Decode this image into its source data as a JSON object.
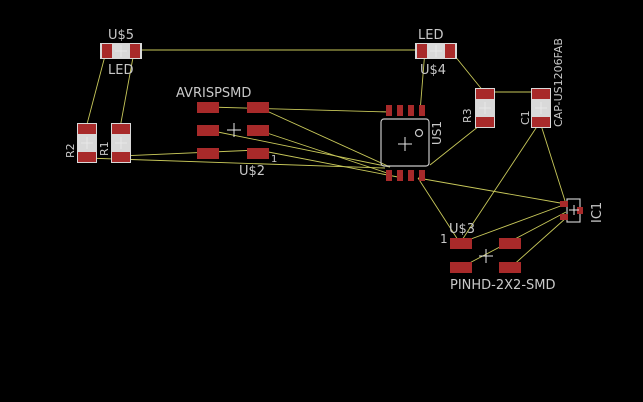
{
  "board": {
    "background": "#000000",
    "pad_color": "#a82a2a",
    "silk_color": "#c8c8c8",
    "airwire_color": "#c8c85a"
  },
  "labels": {
    "us5": "U$5",
    "led_us5": "LED",
    "led_us4": "LED",
    "us4": "U$4",
    "avrispsmd": "AVRISPSMD",
    "us2": "U$2",
    "us2_pin1": "1",
    "us1": "US1",
    "r3": "R3",
    "c1": "C1",
    "cap": "CAP-US1206FAB",
    "r2": "R2",
    "r1": "R1",
    "us3": "U$3",
    "us3_pin1": "1",
    "pinhd": "PINHD-2X2-SMD",
    "ic1": "IC1"
  }
}
